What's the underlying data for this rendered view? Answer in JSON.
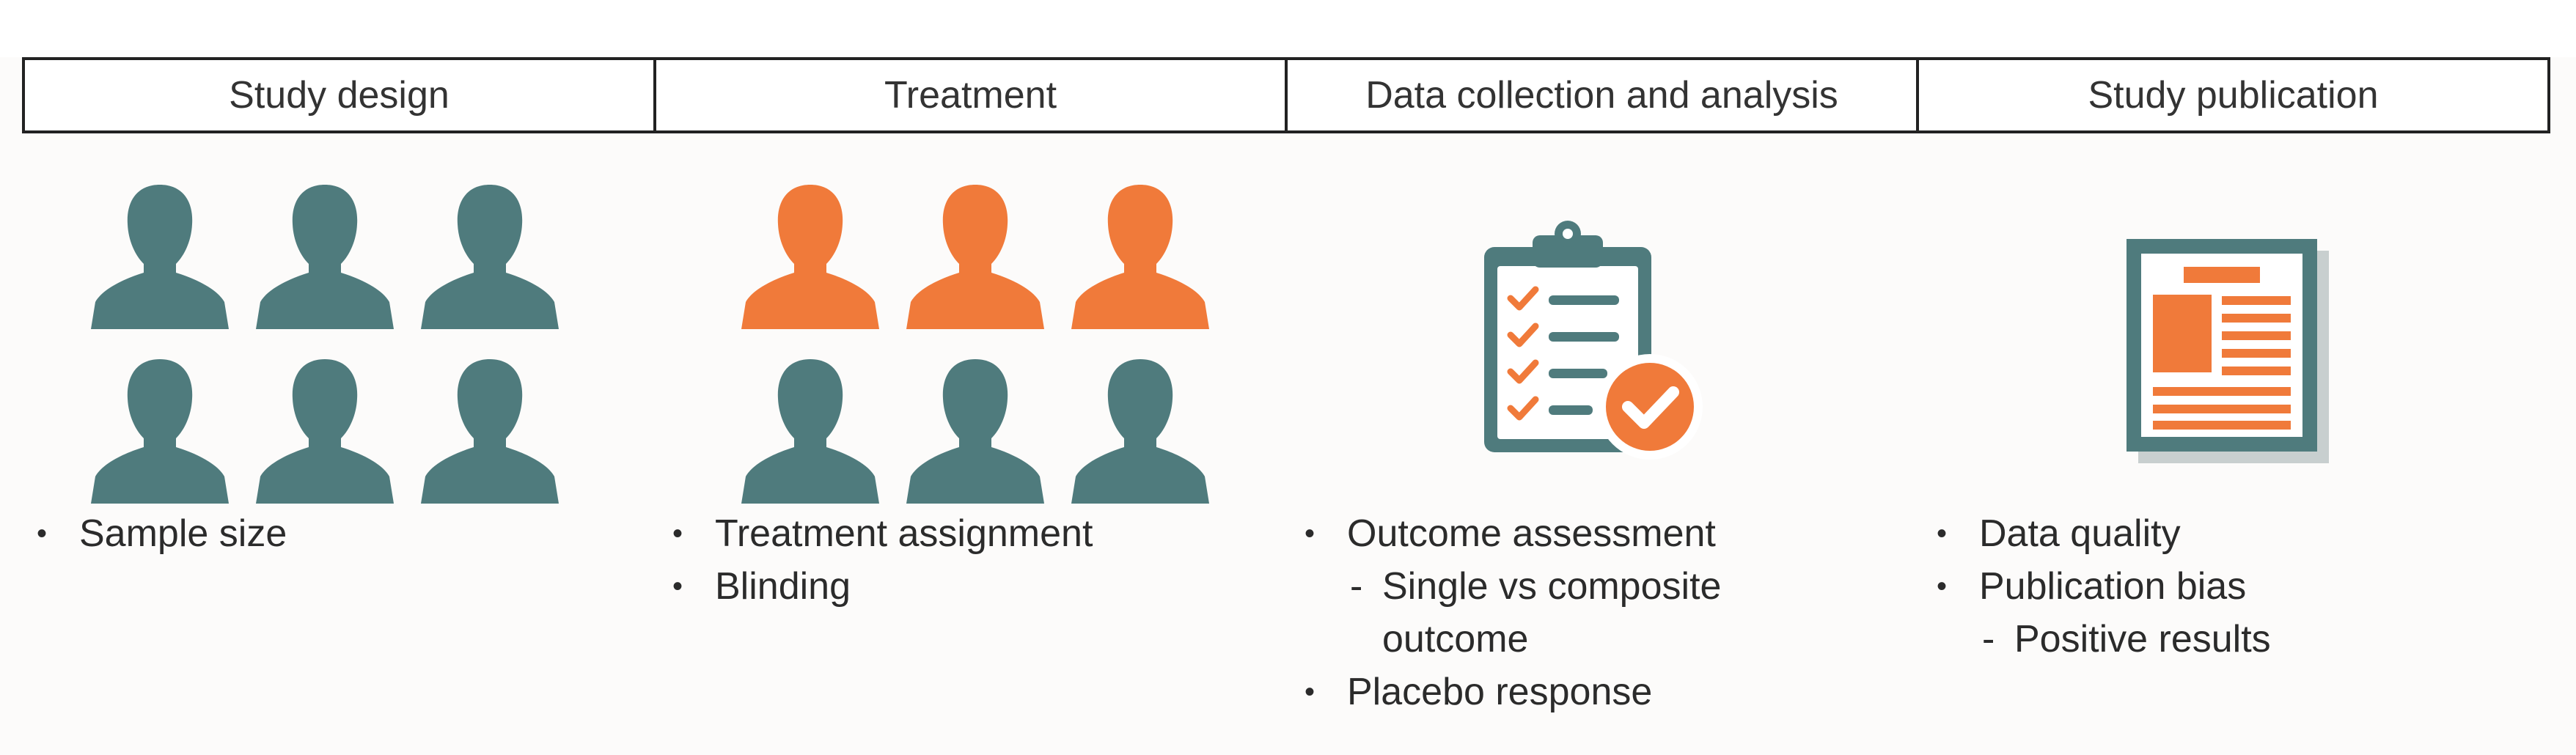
{
  "colors": {
    "teal": "#4f7b7d",
    "orange": "#f07a3a",
    "dark": "#222222"
  },
  "header": {
    "cells": [
      "Study design",
      "Treatment",
      "Data collection and analysis",
      "Study publication"
    ]
  },
  "columns": [
    {
      "icon": "people-grid-icon",
      "bullets": [
        {
          "kind": "bullet",
          "marker": "•",
          "text": "Sample size"
        }
      ]
    },
    {
      "icon": "people-grid-treated-icon",
      "bullets": [
        {
          "kind": "bullet",
          "marker": "•",
          "text": "Treatment assignment"
        },
        {
          "kind": "bullet",
          "marker": "•",
          "text": "Blinding"
        }
      ]
    },
    {
      "icon": "clipboard-checklist-icon",
      "bullets": [
        {
          "kind": "bullet",
          "marker": "•",
          "text": "Outcome assessment"
        },
        {
          "kind": "sub",
          "marker": "-",
          "text": "Single vs composite"
        },
        {
          "kind": "cont",
          "text": "outcome"
        },
        {
          "kind": "bullet",
          "marker": "•",
          "text": "Placebo response"
        }
      ]
    },
    {
      "icon": "newspaper-icon",
      "bullets": [
        {
          "kind": "bullet",
          "marker": "•",
          "text": "Data quality"
        },
        {
          "kind": "bullet",
          "marker": "•",
          "text": "Publication bias"
        },
        {
          "kind": "sub",
          "marker": "-",
          "text": "Positive results"
        }
      ]
    }
  ]
}
